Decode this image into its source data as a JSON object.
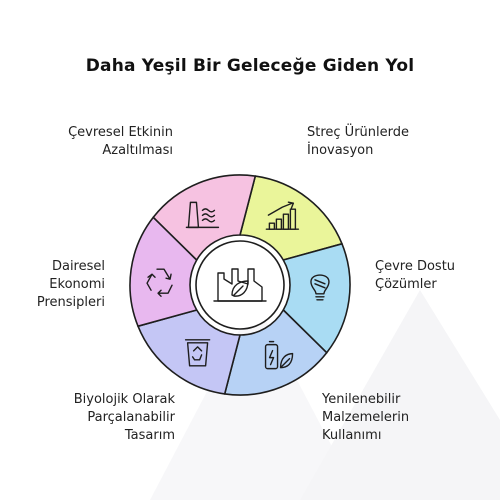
{
  "title": "Daha Yeşil Bir Geleceğe Giden Yol",
  "segments": [
    {
      "label": "Streç Ürünlerde\nİnovasyon",
      "color": "#eaf59a",
      "icon": "growth-chart-icon"
    },
    {
      "label": "Çevre Dostu\nÇözümler",
      "color": "#a9dcf3",
      "icon": "eco-bulb-icon"
    },
    {
      "label": "Yenilenebilir\nMalzemelerin\nKullanımı",
      "color": "#b7d2f5",
      "icon": "eco-battery-icon"
    },
    {
      "label": "Biyolojik Olarak\nParçalanabilir\nTasarım",
      "color": "#c4c6f5",
      "icon": "recycle-bin-icon"
    },
    {
      "label": "Dairesel\nEkonomi\nPrensipleri",
      "color": "#e8b8ef",
      "icon": "recycle-icon"
    },
    {
      "label": "Çevresel Etkinin\nAzaltılması",
      "color": "#f6c2e1",
      "icon": "factory-waves-icon"
    }
  ],
  "center_icon": "eco-factory-icon"
}
